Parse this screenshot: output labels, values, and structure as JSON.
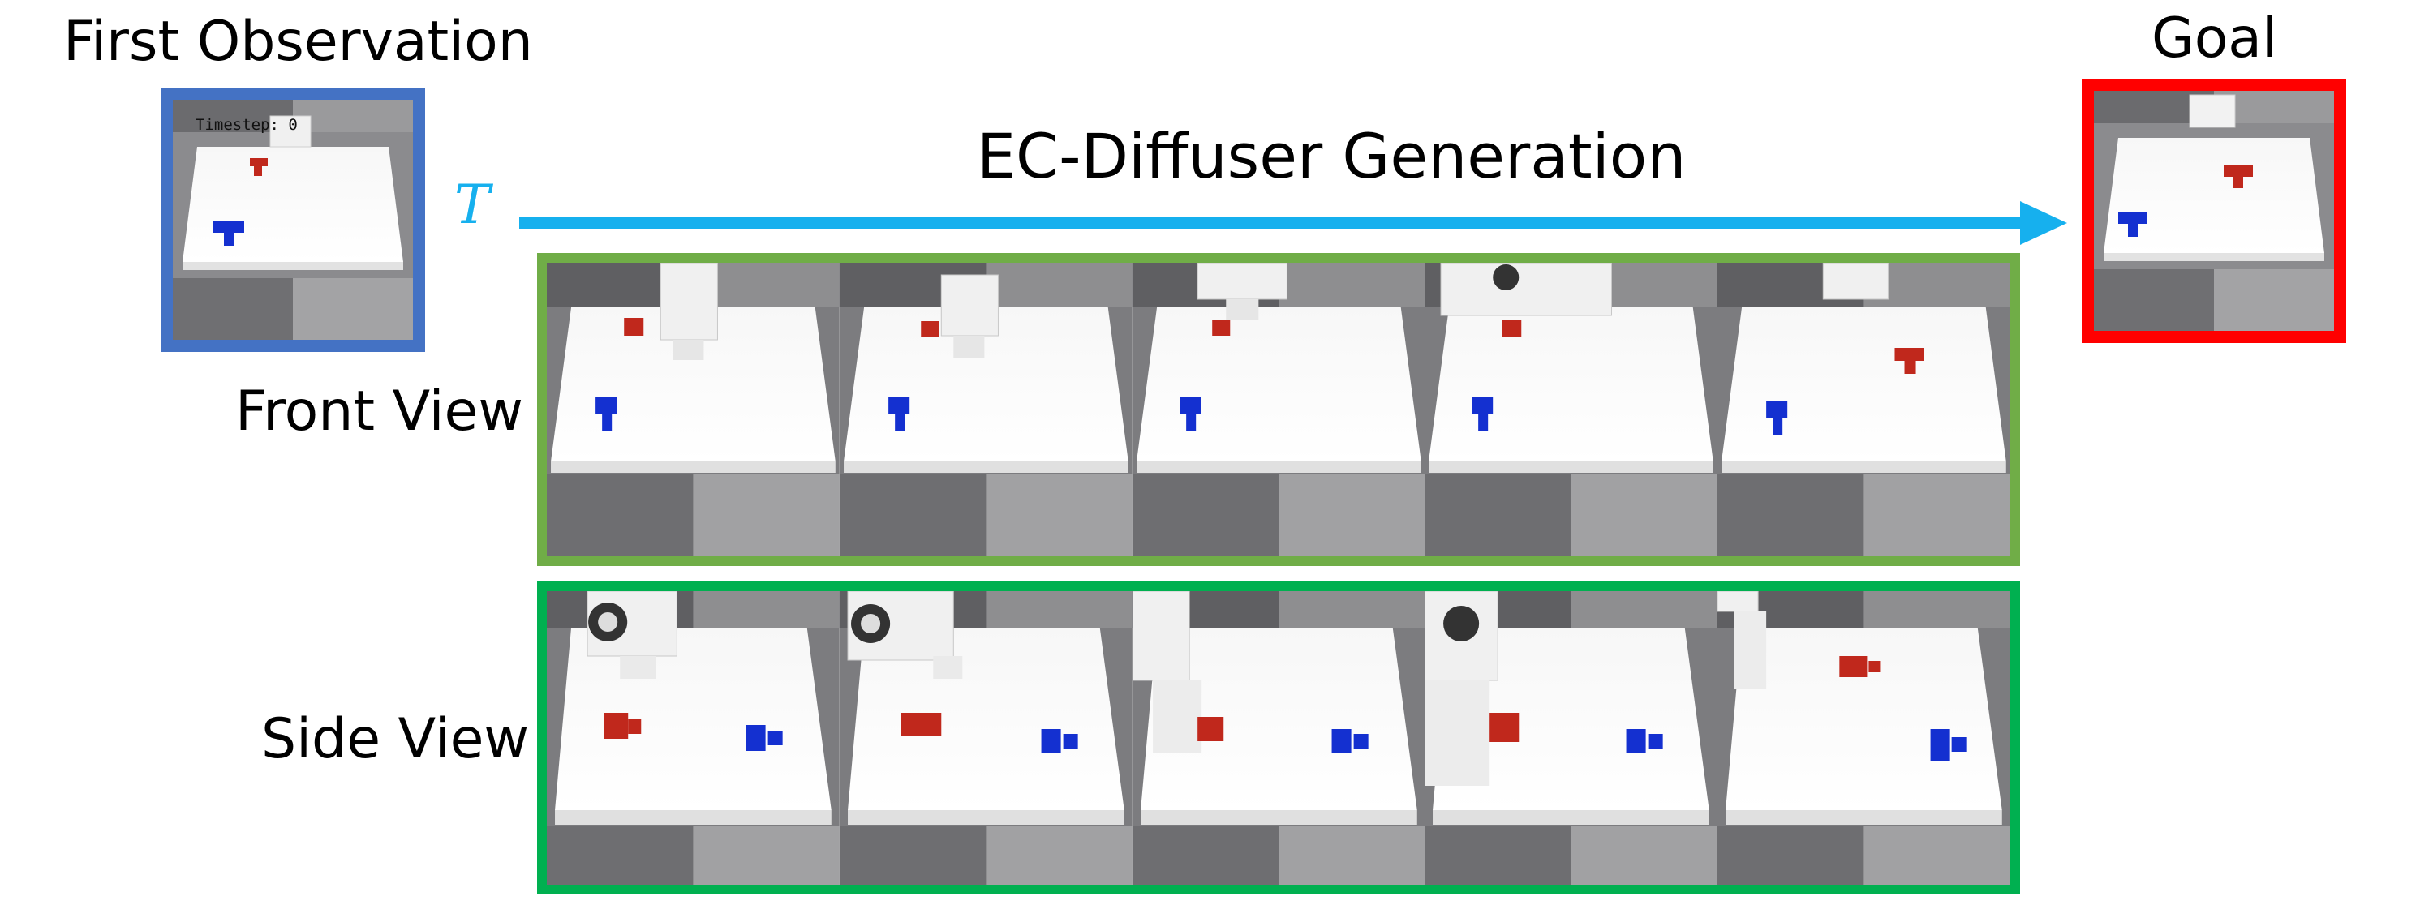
{
  "labels": {
    "first_observation": "First Observation",
    "goal": "Goal",
    "generation": "EC-Diffuser Generation",
    "time_symbol": "T",
    "front_view": "Front View",
    "side_view": "Side View",
    "timestep": "Timestep: 0"
  },
  "colors": {
    "first_observation_border": "#4472c4",
    "goal_border": "#ff0000",
    "front_view_border": "#70ad47",
    "side_view_border": "#00b050",
    "arrow": "#16b0ee",
    "red_object": "#c0281c",
    "blue_object": "#1430d0"
  },
  "front_view_frames": 5,
  "side_view_frames": 5
}
